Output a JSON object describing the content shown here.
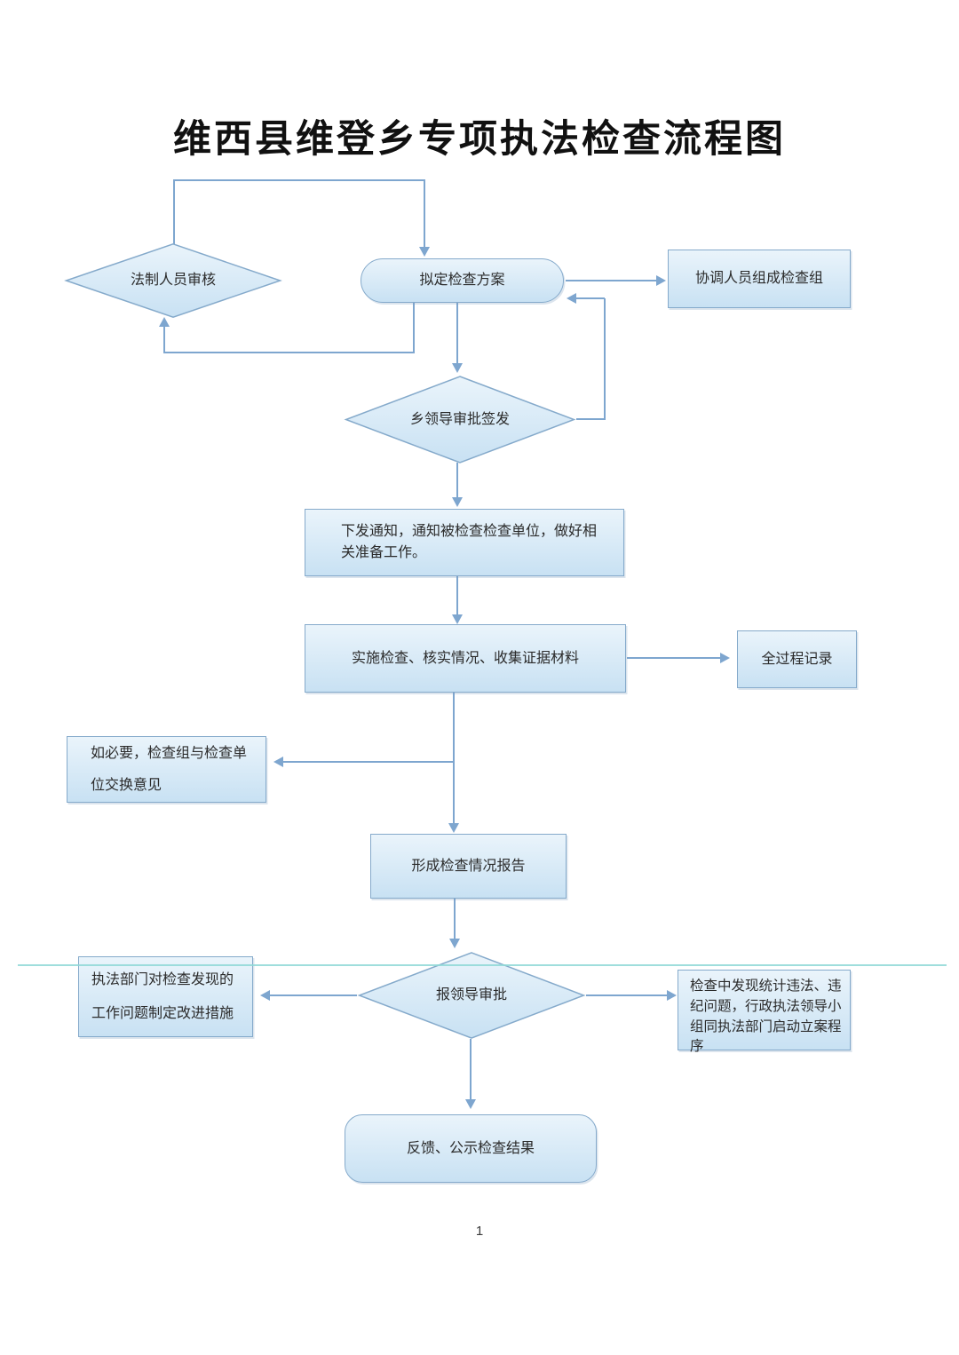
{
  "page": {
    "title": "维西县维登乡专项执法检查流程图",
    "page_number": "1"
  },
  "colors": {
    "node_border": "#85aacb",
    "node_fill_light": "#eaf4fb",
    "node_fill_dark": "#c8e1f3",
    "connector": "#7ea6cf",
    "divider": "#8ed8d6",
    "title_color": "#111111"
  },
  "diagram": {
    "type": "flowchart",
    "nodes": {
      "legal_review": {
        "shape": "diamond",
        "label": "法制人员审核"
      },
      "draft_plan": {
        "shape": "stadium",
        "label": "拟定检查方案"
      },
      "form_team": {
        "shape": "rect",
        "label": "协调人员组成检查组"
      },
      "leader_sign": {
        "shape": "diamond",
        "label": "乡领导审批签发"
      },
      "notify": {
        "shape": "rect",
        "label": "下发通知，通知被检查检查单位，做好相关准备工作。"
      },
      "implement": {
        "shape": "rect",
        "label": "实施检查、核实情况、收集证据材料"
      },
      "record": {
        "shape": "rect",
        "label": "全过程记录"
      },
      "exchange": {
        "shape": "rect",
        "label": "如必要，检查组与检查单位交换意见"
      },
      "report": {
        "shape": "rect",
        "label": "形成检查情况报告"
      },
      "leader_approve": {
        "shape": "diamond",
        "label": "报领导审批"
      },
      "improve": {
        "shape": "rect",
        "label": "执法部门对检查发现的工作问题制定改进措施"
      },
      "file_case": {
        "shape": "rect",
        "label": "检查中发现统计违法、违纪问题，行政执法领导小组同执法部门启动立案程序"
      },
      "publish": {
        "shape": "rounded",
        "label": "反馈、公示检查结果"
      }
    },
    "edges": [
      {
        "from": "legal_review",
        "to": "draft_plan"
      },
      {
        "from": "draft_plan",
        "to": "form_team"
      },
      {
        "from": "draft_plan",
        "to": "legal_review"
      },
      {
        "from": "draft_plan",
        "to": "leader_sign"
      },
      {
        "from": "leader_sign",
        "to": "draft_plan"
      },
      {
        "from": "leader_sign",
        "to": "notify"
      },
      {
        "from": "notify",
        "to": "implement"
      },
      {
        "from": "implement",
        "to": "record"
      },
      {
        "from": "implement",
        "to": "exchange"
      },
      {
        "from": "implement",
        "to": "report"
      },
      {
        "from": "report",
        "to": "leader_approve"
      },
      {
        "from": "leader_approve",
        "to": "improve"
      },
      {
        "from": "leader_approve",
        "to": "file_case"
      },
      {
        "from": "leader_approve",
        "to": "publish"
      }
    ]
  }
}
